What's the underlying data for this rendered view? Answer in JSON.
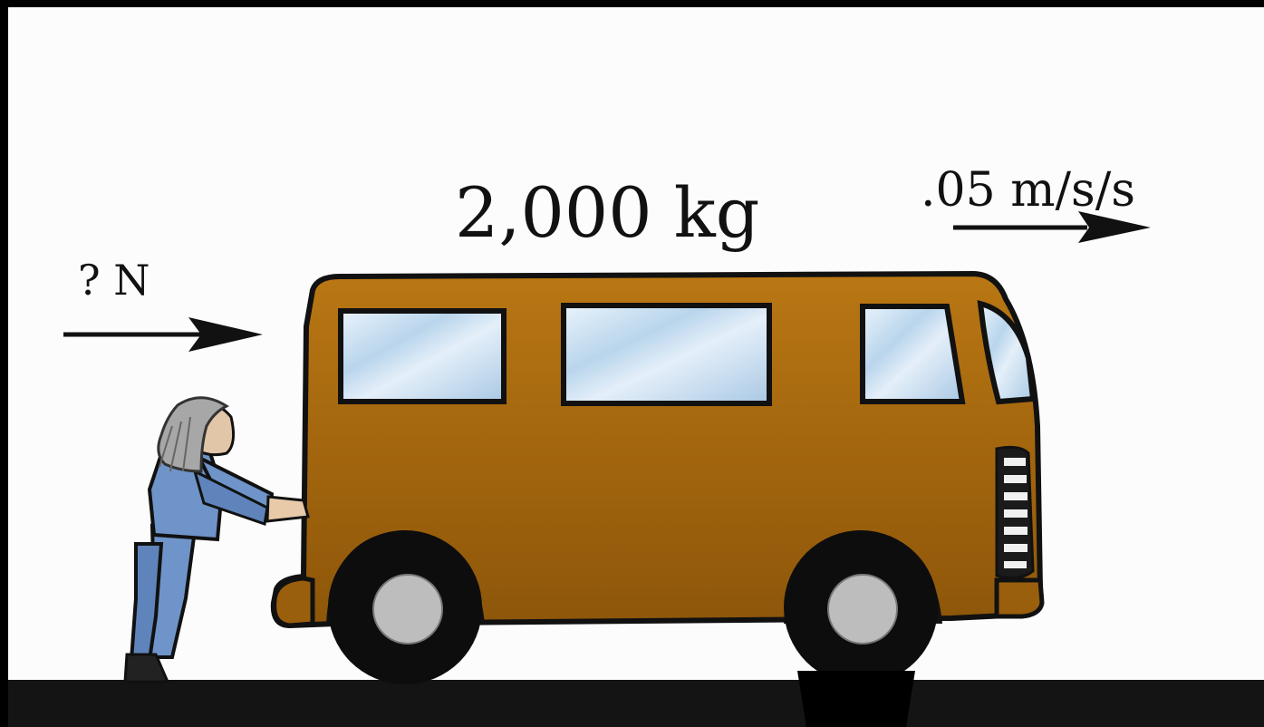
{
  "labels": {
    "mass": "2,000 kg",
    "acceleration": ".05 m/s/s",
    "force": "? N"
  },
  "colors": {
    "van_body": "#a86a10",
    "window": "#cfe4f4",
    "outline": "#111111",
    "hubcap": "#bdbdbd",
    "person_clothes": "#6f94c9"
  },
  "icons": [
    "force-arrow-icon",
    "acceleration-arrow-icon",
    "van-illustration",
    "person-illustration"
  ]
}
